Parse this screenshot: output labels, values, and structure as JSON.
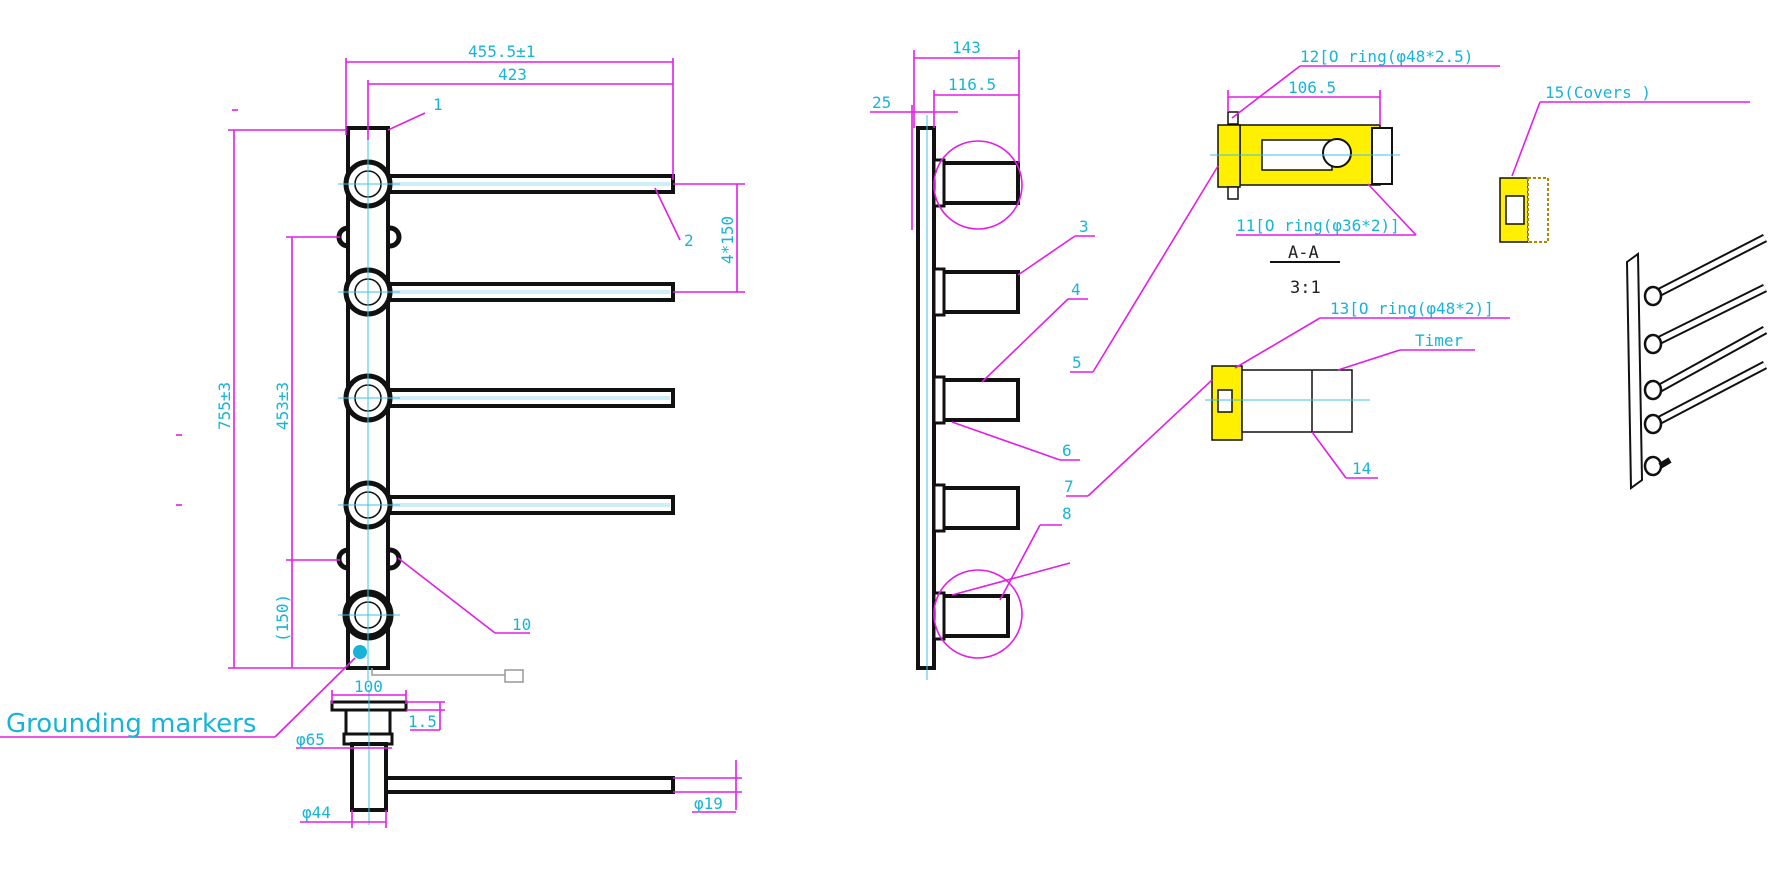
{
  "colors": {
    "dimension": "#e21ee6",
    "text": "#18b4d8",
    "centerline": "#3fc2e6",
    "highlight": "#ffef00",
    "outline": "#111111"
  },
  "front_view": {
    "dim_overall_width": "455.5±1",
    "dim_width": "423",
    "dim_height": "755±3",
    "dim_mount": "453±3",
    "dim_bottom": "(150)",
    "dim_spacing": "4*150",
    "callout_1": "1",
    "callout_2": "2",
    "callout_10": "10"
  },
  "grounding_label": "Grounding markers",
  "bottom_view": {
    "dim_100": "100",
    "dim_15": "1.5",
    "dim_65": "φ65",
    "dim_44": "φ44",
    "dim_19": "φ19"
  },
  "side_view": {
    "dim_143": "143",
    "dim_1165": "116.5",
    "dim_25": "25",
    "callout_3": "3",
    "callout_4": "4",
    "callout_6": "6",
    "callout_8": "8"
  },
  "section_view": {
    "label_12": "12[O ring(φ48*2.5)",
    "dim_1065": "106.5",
    "label_11": "11[O ring(φ36*2)]",
    "section_name": "A-A",
    "scale": "3:1",
    "label_5": "5"
  },
  "detail_timer": {
    "label_13": "13[O ring(φ48*2)]",
    "label_timer": "Timer",
    "label_7": "7",
    "label_14": "14"
  },
  "covers_label": "15(Covers )"
}
